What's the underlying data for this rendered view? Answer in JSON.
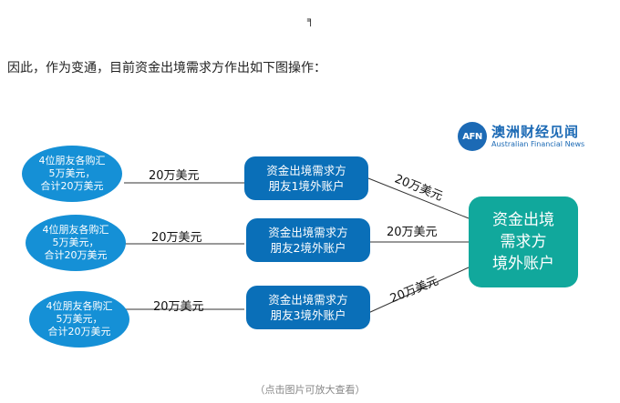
{
  "top_mark": "╕",
  "intro": "因此，作为变通，目前资金出境需求方作出如下图操作：",
  "logo": {
    "mark": "AFN",
    "cn": "澳洲财经见闻",
    "en": "Australian Financial News"
  },
  "sources": [
    {
      "lines": [
        "4位朋友各购汇",
        "5万美元，",
        "合计20万美元"
      ]
    },
    {
      "lines": [
        "4位朋友各购汇",
        "5万美元，",
        "合计20万美元"
      ]
    },
    {
      "lines": [
        "4位朋友各购汇",
        "5万美元，",
        "合计20万美元"
      ]
    }
  ],
  "accounts": [
    {
      "line1": "资金出境需求方",
      "line2": "朋友1境外账户"
    },
    {
      "line1": "资金出境需求方",
      "line2": "朋友2境外账户"
    },
    {
      "line1": "资金出境需求方",
      "line2": "朋友3境外账户"
    }
  ],
  "final": {
    "lines": [
      "资金出境",
      "需求方",
      "境外账户"
    ]
  },
  "left_amounts": [
    "20万美元",
    "20万美元",
    "20万美元"
  ],
  "right_amounts": [
    "20万美元",
    "20万美元",
    "20万美元"
  ],
  "caption": "（点击图片可放大查看）",
  "colors": {
    "source": "#1590d6",
    "account": "#0a6fb8",
    "final": "#11a89c",
    "logo": "#1c6ab5"
  }
}
